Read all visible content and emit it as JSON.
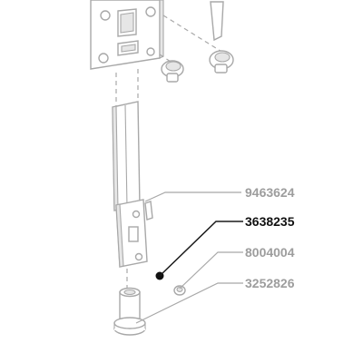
{
  "callouts": [
    {
      "part_number": "9463624",
      "highlighted": false
    },
    {
      "part_number": "3638235",
      "highlighted": true
    },
    {
      "part_number": "8004004",
      "highlighted": false
    },
    {
      "part_number": "3252826",
      "highlighted": false
    }
  ],
  "colors": {
    "line": "#a8a8a8",
    "label": "#9d9d9d",
    "highlight": "#111111",
    "background": "#ffffff"
  }
}
